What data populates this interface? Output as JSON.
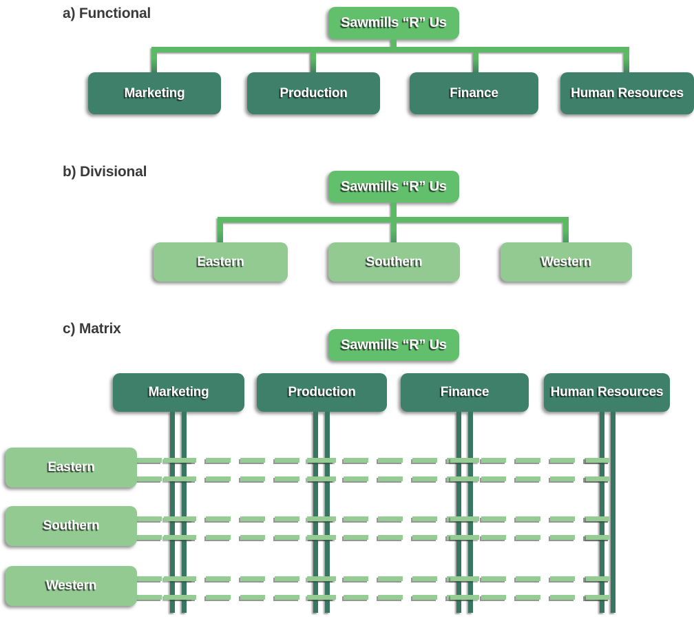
{
  "sections": {
    "functional": {
      "label": "a) Functional",
      "root": "Sawmills “R” Us",
      "children": [
        "Marketing",
        "Production",
        "Finance",
        "Human Resources"
      ]
    },
    "divisional": {
      "label": "b) Divisional",
      "root": "Sawmills “R” Us",
      "children": [
        "Eastern",
        "Southern",
        "Western"
      ]
    },
    "matrix": {
      "label": "c) Matrix",
      "root": "Sawmills “R” Us",
      "columns": [
        "Marketing",
        "Production",
        "Finance",
        "Human Resources"
      ],
      "rows": [
        "Eastern",
        "Southern",
        "Western"
      ]
    }
  },
  "colors": {
    "root_green": "#62c06c",
    "department_teal": "#3e8069",
    "region_green": "#92ca92",
    "connector_green": "#5cb964",
    "dash_green": "#94cc94",
    "vertical_teal": "#387661",
    "heading_text": "#3a3a3a",
    "box_text": "#ffffff"
  }
}
